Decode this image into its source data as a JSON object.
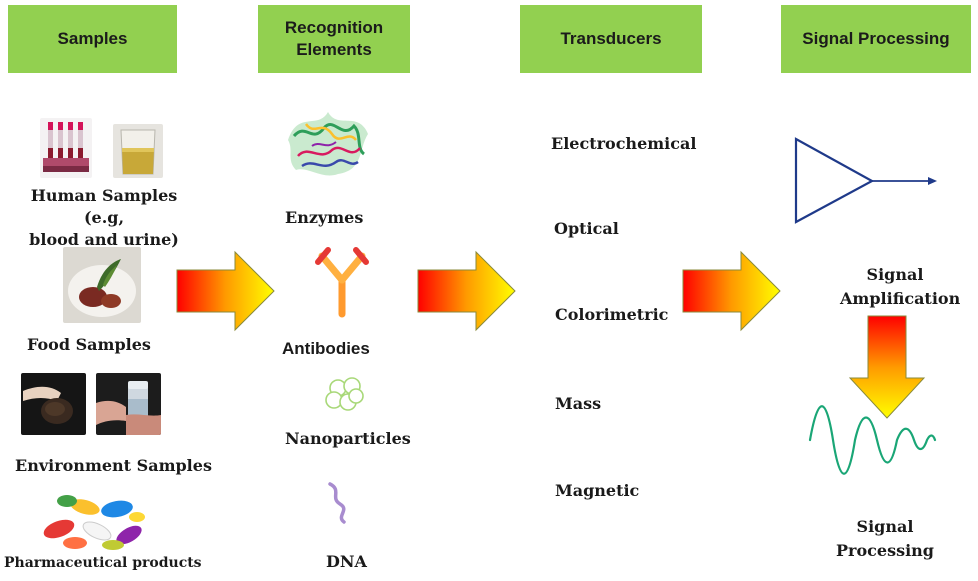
{
  "headers": {
    "samples": "Samples",
    "recognition_line1": "Recognition",
    "recognition_line2": "Elements",
    "transducers": "Transducers",
    "signal_processing": "Signal Processing"
  },
  "samples": {
    "human_line1": "Human Samples (e.g,",
    "human_line2": "blood and urine)",
    "food": "Food Samples",
    "environment": "Environment Samples",
    "pharma": "Pharmaceutical products"
  },
  "recognition": {
    "enzymes": "Enzymes",
    "antibodies": "Antibodies",
    "nanoparticles": "Nanoparticles",
    "dna": "DNA"
  },
  "transducers": [
    "Electrochemical",
    "Optical",
    "Colorimetric",
    "Mass",
    "Magnetic"
  ],
  "signal": {
    "amplification_line1": "Signal",
    "amplification_line2": "Amplification",
    "processing_line1": "Signal",
    "processing_line2": "Processing"
  },
  "colors": {
    "header_green": "#92d050",
    "arrow_start": "#ff0000",
    "arrow_mid": "#ff9a00",
    "arrow_end": "#ffff00",
    "wave": "#1aa676",
    "amplifier": "#1f3a8a"
  },
  "icons": [
    "blood-tubes-icon",
    "urine-beaker-icon",
    "food-plate-icon",
    "soil-hands-icon",
    "water-vial-icon",
    "pills-icon",
    "enzyme-protein-icon",
    "antibody-icon",
    "nanoparticles-icon",
    "dna-strand-icon",
    "amplifier-triangle-icon",
    "signal-wave-icon"
  ]
}
